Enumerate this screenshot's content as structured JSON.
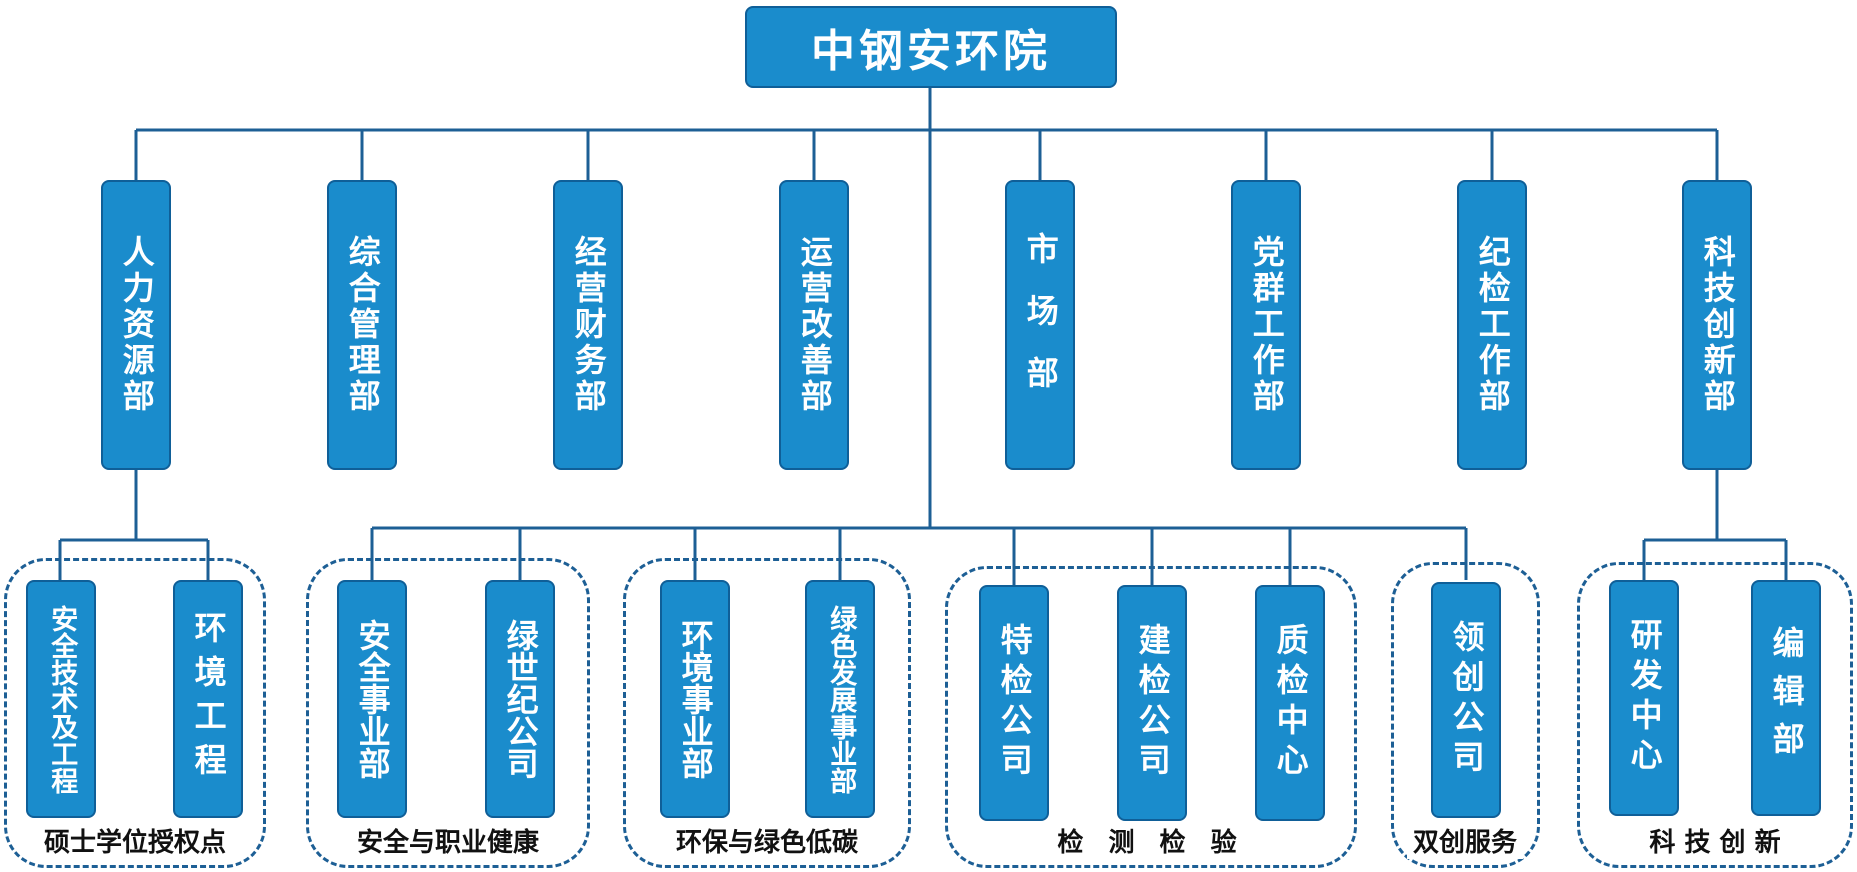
{
  "root": {
    "label": "中钢安环院"
  },
  "departments": [
    {
      "label": "人力资源部"
    },
    {
      "label": "综合管理部"
    },
    {
      "label": "经营财务部"
    },
    {
      "label": "运营改善部"
    },
    {
      "label": "市场部"
    },
    {
      "label": "党群工作部"
    },
    {
      "label": "纪检工作部"
    },
    {
      "label": "科技创新部"
    }
  ],
  "groups": [
    {
      "label": "硕士学位授权点",
      "units": [
        {
          "label": "安全技术及工程"
        },
        {
          "label": "环境工程"
        }
      ]
    },
    {
      "label": "安全与职业健康",
      "units": [
        {
          "label": "安全事业部"
        },
        {
          "label": "绿世纪公司"
        }
      ]
    },
    {
      "label": "环保与绿色低碳",
      "units": [
        {
          "label": "环境事业部"
        },
        {
          "label": "绿色发展事业部"
        }
      ]
    },
    {
      "label": "检 测 检 验",
      "units": [
        {
          "label": "特检公司"
        },
        {
          "label": "建检公司"
        },
        {
          "label": "质检中心"
        }
      ]
    },
    {
      "label": "双创服务",
      "units": [
        {
          "label": "领创公司"
        }
      ]
    },
    {
      "label": "科 技 创 新",
      "units": [
        {
          "label": "研发中心"
        },
        {
          "label": "编辑部"
        }
      ]
    }
  ],
  "colors": {
    "box_fill": "#1a8ccc",
    "box_border": "#0f5f98",
    "connector": "#1d5f95",
    "text": "#ffffff"
  }
}
